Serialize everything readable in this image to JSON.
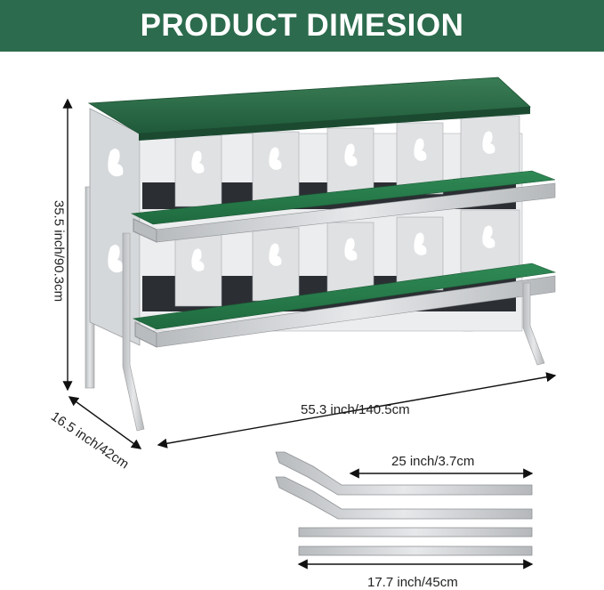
{
  "banner": {
    "title": "PRODUCT DIMESION"
  },
  "dimensions": {
    "height": "35.5 inch/90.3cm",
    "depth": "16.5 inch/42cm",
    "width": "55.3 inch/140.5cm",
    "long_leg": "25 inch/3.7cm",
    "short_leg": "17.7 inch/45cm"
  },
  "colors": {
    "banner": "#2c6b4d",
    "roof": "#2f7048",
    "metal": "#c9cccf",
    "perch": "#2d7a4c"
  },
  "product": {
    "nest_rows": 2,
    "nest_columns": 5
  }
}
